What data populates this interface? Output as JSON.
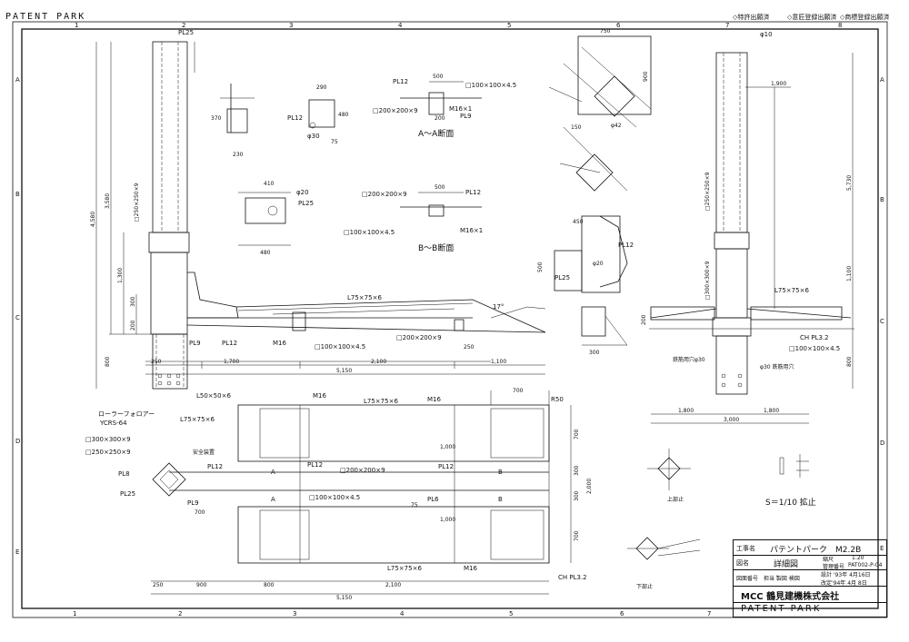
{
  "header": {
    "title": "PATENT PARK",
    "options": [
      "◇特許出願済",
      "◇意匠登録出願済",
      "◇商標登録出願済"
    ]
  },
  "grid": {
    "columns_top": [
      "1",
      "2",
      "3",
      "4",
      "5",
      "6",
      "7",
      "8"
    ],
    "columns_bottom": [
      "1",
      "2",
      "3",
      "4",
      "5",
      "6",
      "7"
    ],
    "rows": [
      "A",
      "B",
      "C",
      "D",
      "E"
    ]
  },
  "elevation": {
    "pl25": "PL25",
    "pl9": "PL9",
    "pl12": "PL12",
    "m16": "M16",
    "sq250": "□250×250×9",
    "angle": "L75×75×6",
    "sq100": "□100×100×4.5",
    "sq200": "□200×200×9",
    "dims": {
      "h_total": "4,580",
      "h_upper": "3,580",
      "h_mid": "1,300",
      "h_base": "800",
      "h_small": "300",
      "h_foot": "200",
      "w1": "1,700",
      "w2": "2,100",
      "w3": "1,100",
      "w_total": "5,150",
      "w_left": "250",
      "w_right": "250"
    },
    "slope": "17°"
  },
  "details": {
    "pl12": "PL12",
    "pl25": "PL25",
    "phi30": "φ30",
    "phi20": "φ20",
    "d75": "75",
    "sq100": "□100×100×4.5",
    "sq200": "□200×200×9",
    "pl9": "PL9",
    "m16x1": "M16×1",
    "dim500": "500",
    "dim200": "200",
    "dim290": "290",
    "dim480": "480",
    "dim230": "230",
    "dim410": "410",
    "dim370": "370",
    "section_aa": "A～A断面",
    "section_bb": "B～B断面"
  },
  "plan": {
    "l50": "L50×50×6",
    "l75": "L75×75×6",
    "m16": "M16",
    "roller": "ローラーフォロアー",
    "ycrs": "YCRS-64",
    "sq300": "□300×300×9",
    "sq250": "□250×250×9",
    "pl8": "PL8",
    "pl25": "PL25",
    "pl9": "PL9",
    "pl12": "PL12",
    "pl6": "PL6",
    "sq200": "□200×200×9",
    "sq100": "□100×100×4.5",
    "r50": "R50",
    "ch": "CH PL3.2",
    "anzen": "安全装置",
    "markA": "A",
    "markB": "B",
    "dims": {
      "d700": "700",
      "d1000": "1,000",
      "d2000": "2,000",
      "d300a": "300",
      "d300b": "300",
      "d250": "250",
      "d900": "900",
      "d800": "800",
      "d2100": "2,100",
      "d5150": "5,150",
      "d75": "75"
    }
  },
  "side": {
    "phi10": "φ10",
    "sq250": "□250×250×9",
    "sq300": "□300×300×9",
    "angle": "L75×75×6",
    "ch": "CH PL3.2",
    "sq100": "□100×100×4.5",
    "hole": "鉄筋用穴φ30",
    "phi30note": "φ30 鉄筋用穴",
    "dims": {
      "d1800": "1,800",
      "d1800b": "1,800",
      "d3000": "3,000",
      "d5730": "5,730",
      "d1100": "1,100",
      "d800": "800",
      "d1900": "1,900",
      "d200": "200"
    }
  },
  "pivot": {
    "w750": "750",
    "d900": "900",
    "pl12": "PL12",
    "pl25": "PL25",
    "d150": "150",
    "d450": "450",
    "d500": "500",
    "d300": "300",
    "phi42": "φ42",
    "phi20": "φ20"
  },
  "lower_right": {
    "upper_stop": "上部止",
    "lower_stop": "下部止",
    "scale_note": "S＝1/10 拡止"
  },
  "title_block": {
    "name_label": "工事名",
    "name_value": "パテントパーク　M2.2B",
    "drawing_label": "図名",
    "drawing_value": "詳細図",
    "scale_label": "縮尺",
    "scale_value": "1:20",
    "no_label": "管理番号",
    "no_value": "PAT002-P-04",
    "design_label": "設計 '93年 4月16日",
    "revise_label": "改定'94年 4月 8日",
    "roles": "図面番号　担当 製図 検図",
    "company": "MCC 鶴見建機株式会社",
    "brand": "PATENT PARK"
  }
}
